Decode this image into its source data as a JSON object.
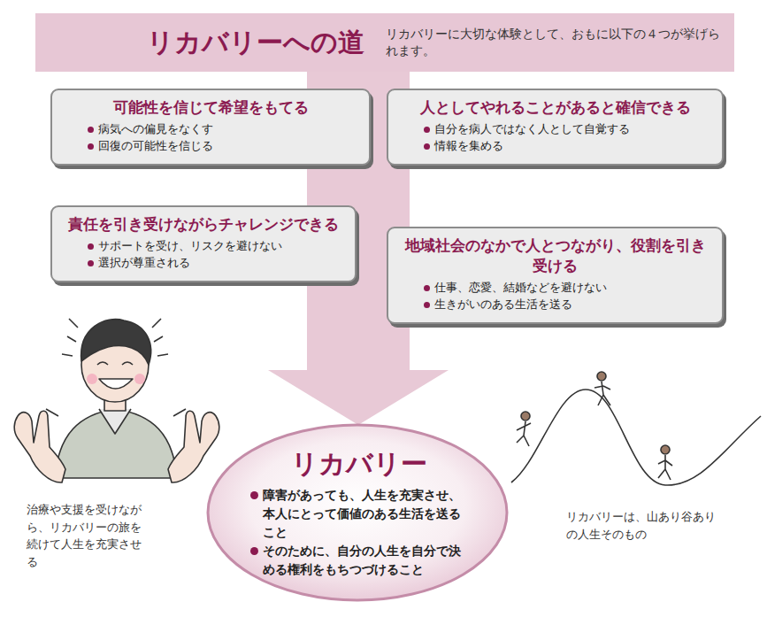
{
  "diagram": {
    "nodes": [
      {
        "text": [
          "リカバリーへの道",
          "リカバリーに大切な体験として、おもに以下の４つが挙げられます。"
        ]
      },
      {
        "text": [
          "可能性を信じて希望をもてる",
          "病気への偏見をなくす",
          "回復の可能性を信じる"
        ]
      },
      {
        "text": [
          "人としてやれることがあると確信できる",
          "自分を病人ではなく人として自覚する",
          "情報を集める"
        ]
      },
      {
        "text": [
          "責任を引き受けながらチャレンジできる",
          "サポートを受け、リスクを避けない",
          "選択が尊重される"
        ]
      },
      {
        "text": [
          "地域社会のなかで人とつながり、役割を引き受ける",
          "仕事、恋愛、結婚などを避けない",
          "生きがいのある生活を送る"
        ]
      },
      {
        "text": [
          "リカバリー",
          "障害があっても、人生を充実させ、本人にとって価値のある生活を送ること",
          "そのために、自分の人生を自分で決める権利をもちつづけること"
        ]
      }
    ],
    "edges": [
      {
        "from": 0,
        "to": 5,
        "arrow": "to"
      }
    ],
    "labels": [
      "治療や支援を受けながら、リカバリーの旅を続けて人生を充実させる",
      "リカバリーは、山あり谷ありの人生そのもの"
    ]
  }
}
